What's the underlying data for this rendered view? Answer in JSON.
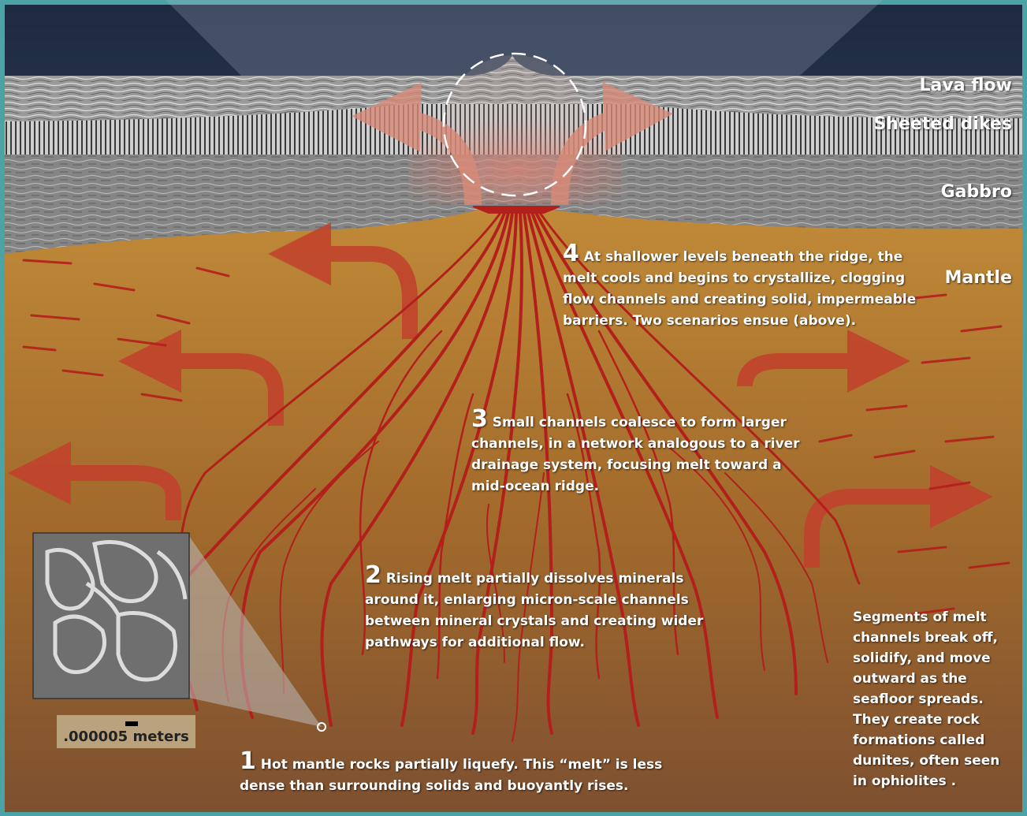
{
  "layers": {
    "lava_flow": "Lava flow",
    "sheeted_dikes": "Sheeted dikes",
    "gabbro": "Gabbro",
    "mantle": "Mantle"
  },
  "steps": [
    {
      "number": "1",
      "text": "Hot mantle rocks partially liquefy. This “melt” is less dense than surrounding solids and buoyantly rises."
    },
    {
      "number": "2",
      "text": "Rising melt partially dissolves minerals around it, enlarging micron-scale channels between mineral crystals and creating wider pathways for additional flow."
    },
    {
      "number": "3",
      "text": "Small channels coalesce to form larger channels, in a network analogous to a river drainage system, focusing melt toward a mid-ocean ridge."
    },
    {
      "number": "4",
      "text": "At shallower levels beneath the ridge, the melt cools and begins to crystallize, clogging flow channels and creating solid, impermeable barriers. Two scenarios ensue (above)."
    }
  ],
  "side_note": "Segments of melt channels break off, solidify, and move outward as the seafloor spreads. They create rock formations called dunites, often seen in ophiolites .",
  "scale_label": ".000005 meters",
  "colors": {
    "ocean": "#2a3e5c",
    "crust": "#8c8c8c",
    "mantle": "#b07a30",
    "melt": "#b3201c",
    "frame": "#4ba3a6"
  }
}
